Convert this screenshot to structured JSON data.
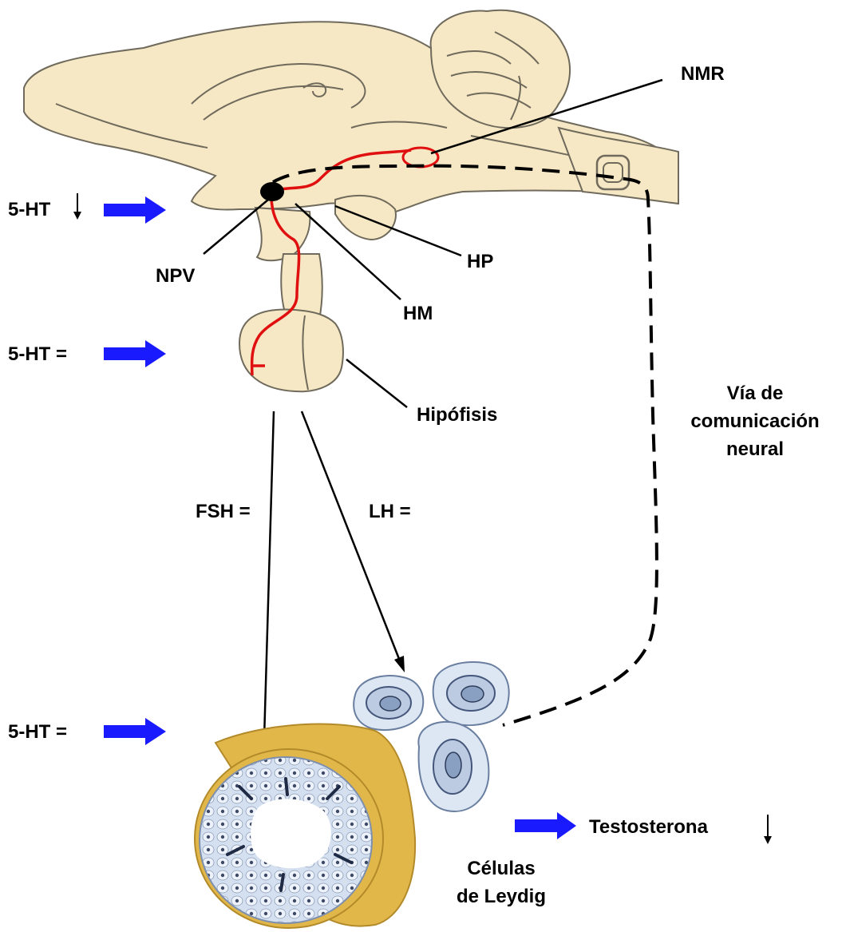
{
  "labels": {
    "nmr": "NMR",
    "npv": "NPV",
    "hp": "HP",
    "hm": "HM",
    "hipofisis": "Hipófisis",
    "fsh": "FSH =",
    "lh": "LH =",
    "via_line1": "Vía de",
    "via_line2": "comunicación",
    "via_line3": "neural",
    "testosterona": "Testosterona",
    "celulas_line1": "Células",
    "celulas_line2": "de Leydig"
  },
  "serotonin_rows": [
    {
      "label": "5-HT",
      "change": "down"
    },
    {
      "label": "5-HT =",
      "change": "equal"
    },
    {
      "label": "5-HT =",
      "change": "equal"
    }
  ],
  "testosterona_change": "down",
  "colors": {
    "arrow_blue": "#1a1aff",
    "pathway_red": "#e01010",
    "tissue": "#f6e8c4",
    "cell_blue": "#c9d9ee",
    "tubule_gold": "#e2b74a"
  }
}
